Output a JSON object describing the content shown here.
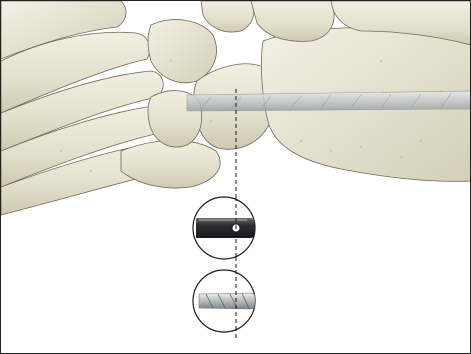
{
  "image": {
    "subject": "foot-bone-anatomy-with-guidewire",
    "colors": {
      "background": "#ffffff",
      "frame": "#222222",
      "bone_light": "#eceadb",
      "bone_mid": "#d9d5c1",
      "bone_shadow": "#b9b39a",
      "bone_outline": "#6f6a58",
      "wire": "#c9ccce",
      "wire_dark": "#8a8f93",
      "dashed_line": "#1a1a1a",
      "tool_dark": "#3a3d40",
      "tool_shine": "#9aa0a5"
    },
    "insets": [
      {
        "name": "drill-sleeve-detail",
        "icon": "drill-sleeve-icon"
      },
      {
        "name": "drill-bit-tip-detail",
        "icon": "drill-bit-icon"
      }
    ]
  }
}
